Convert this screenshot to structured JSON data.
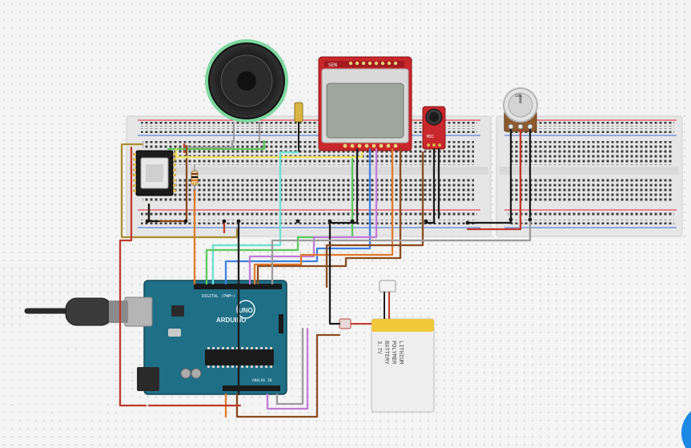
{
  "canvas": {
    "background": "#f4f4f4"
  },
  "arduino": {
    "brand": "ARDUINO",
    "model": "UNO",
    "header_label": "DIGITAL (PWM~)",
    "analog_label": "ANALOG IN",
    "color": "#1f6f86"
  },
  "lcd": {
    "brand": "SEN",
    "pin_count": 8,
    "color": "#c8272b"
  },
  "mic": {
    "label": "MIC"
  },
  "potentiometer": {
    "value_label": "10K"
  },
  "battery": {
    "lines": [
      "LITHIUM",
      "POLYMER",
      "BATTERY",
      "3.7V"
    ],
    "top_color": "#f0c93a"
  },
  "wire_colors": {
    "red": "#c0392b",
    "black": "#1b1b1b",
    "yellow": "#f2e35a",
    "green": "#5ac85a",
    "cyan": "#69e2d2",
    "blue": "#3f7fe0",
    "purple": "#c07ad8",
    "orange": "#e0792b",
    "brown": "#8b4a1e",
    "olive": "#a98f34",
    "gray": "#9a9a9a"
  }
}
